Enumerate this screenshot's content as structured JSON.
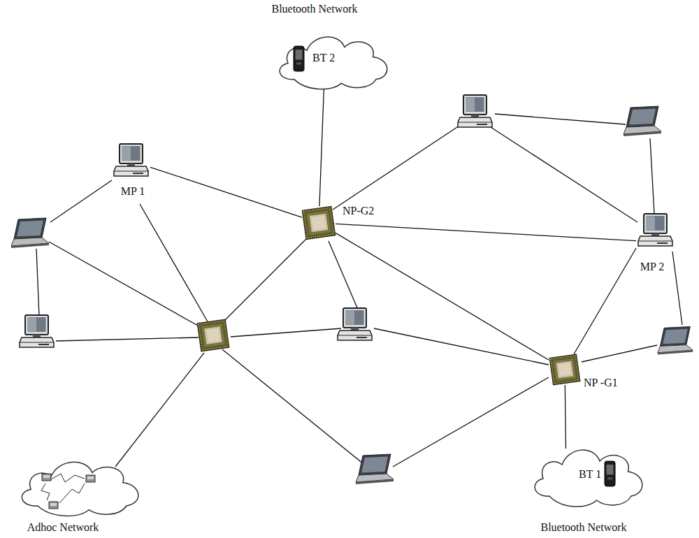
{
  "diagram": {
    "nodes": [
      {
        "text": [
          "Bluetooth Network",
          "BT 2"
        ]
      },
      {
        "text": [
          "MP 1"
        ]
      },
      {
        "text": [
          "NP-G2"
        ]
      },
      {
        "text": [
          "MP 2"
        ]
      },
      {
        "text": [
          "NP -G1"
        ]
      },
      {
        "text": [
          "Adhoc Network"
        ]
      },
      {
        "text": [
          "BT 1",
          "Bluetooth Network"
        ]
      }
    ],
    "edges": [
      {
        "from": 0,
        "to": 2,
        "arrow": "none"
      },
      {
        "from": 1,
        "to": 2,
        "arrow": "none"
      },
      {
        "from": 2,
        "to": 3,
        "arrow": "none"
      },
      {
        "from": 2,
        "to": 4,
        "arrow": "none"
      },
      {
        "from": 3,
        "to": 4,
        "arrow": "none"
      },
      {
        "from": 4,
        "to": 6,
        "arrow": "none"
      }
    ]
  }
}
